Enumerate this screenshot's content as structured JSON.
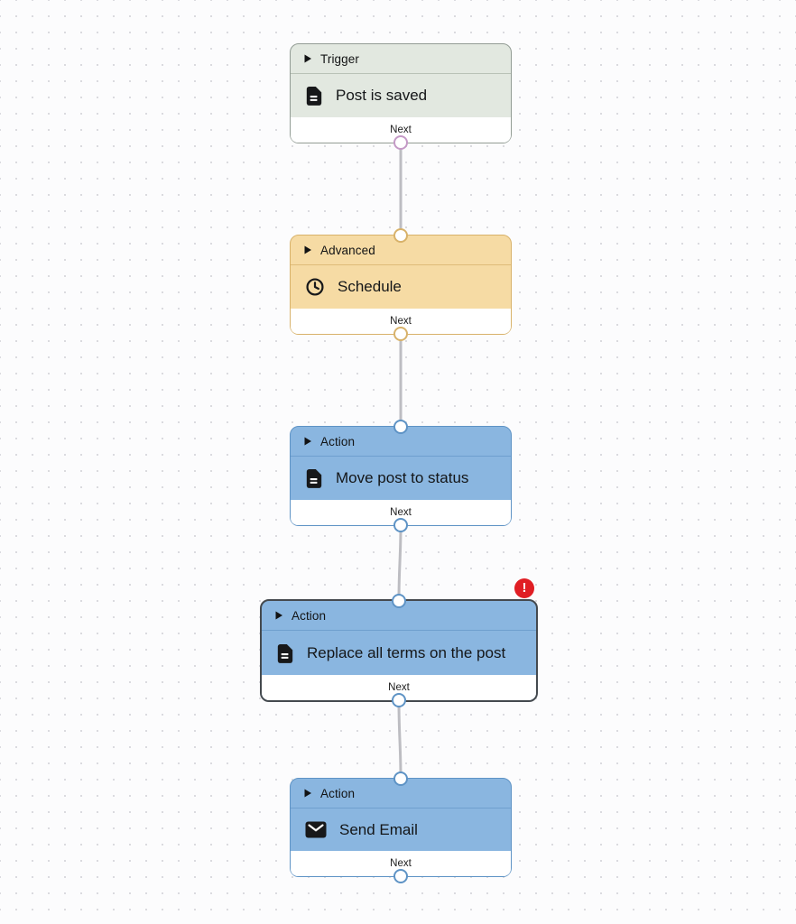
{
  "canvas": {
    "background": "#fcfcfd",
    "dot_color": "#d8d8dd",
    "edge_color": "#bdbdc2"
  },
  "nodes": [
    {
      "id": "trigger-post-is-saved",
      "category": "Trigger",
      "title": "Post is saved",
      "icon": "document-icon",
      "footer_label": "Next",
      "has_input_port": false,
      "has_output_port": true,
      "selected": false,
      "error": false,
      "theme": {
        "bg": "#e2e8e0",
        "border": "#929c94",
        "divider": "#b9c2b7",
        "port": "#c499c6"
      }
    },
    {
      "id": "advanced-schedule",
      "category": "Advanced",
      "title": "Schedule",
      "icon": "clock-icon",
      "footer_label": "Next",
      "has_input_port": true,
      "has_output_port": true,
      "selected": false,
      "error": false,
      "theme": {
        "bg": "#f6dba4",
        "border": "#d8b26a",
        "divider": "#dfbc79",
        "port": "#d8b26a"
      }
    },
    {
      "id": "action-move-post-to-status",
      "category": "Action",
      "title": "Move post to status",
      "icon": "document-icon",
      "footer_label": "Next",
      "has_input_port": true,
      "has_output_port": true,
      "selected": false,
      "error": false,
      "theme": {
        "bg": "#8ab6e0",
        "border": "#5e93c5",
        "divider": "#6f9fce",
        "port": "#5e93c5"
      }
    },
    {
      "id": "action-replace-all-terms-on-the-post",
      "category": "Action",
      "title": "Replace all terms on the post",
      "icon": "document-icon",
      "footer_label": "Next",
      "has_input_port": true,
      "has_output_port": true,
      "selected": true,
      "error": true,
      "error_label": "!",
      "error_color": "#e01e24",
      "theme": {
        "bg": "#8ab6e0",
        "border": "#44494e",
        "divider": "#6f9fce",
        "port": "#5e93c5"
      }
    },
    {
      "id": "action-send-email",
      "category": "Action",
      "title": "Send Email",
      "icon": "envelope-icon",
      "footer_label": "Next",
      "has_input_port": true,
      "has_output_port": true,
      "selected": false,
      "error": false,
      "theme": {
        "bg": "#8ab6e0",
        "border": "#5e93c5",
        "divider": "#6f9fce",
        "port": "#5e93c5"
      }
    }
  ],
  "connections": [
    {
      "from": "trigger-post-is-saved",
      "to": "advanced-schedule"
    },
    {
      "from": "advanced-schedule",
      "to": "action-move-post-to-status"
    },
    {
      "from": "action-move-post-to-status",
      "to": "action-replace-all-terms-on-the-post"
    },
    {
      "from": "action-replace-all-terms-on-the-post",
      "to": "action-send-email"
    }
  ]
}
